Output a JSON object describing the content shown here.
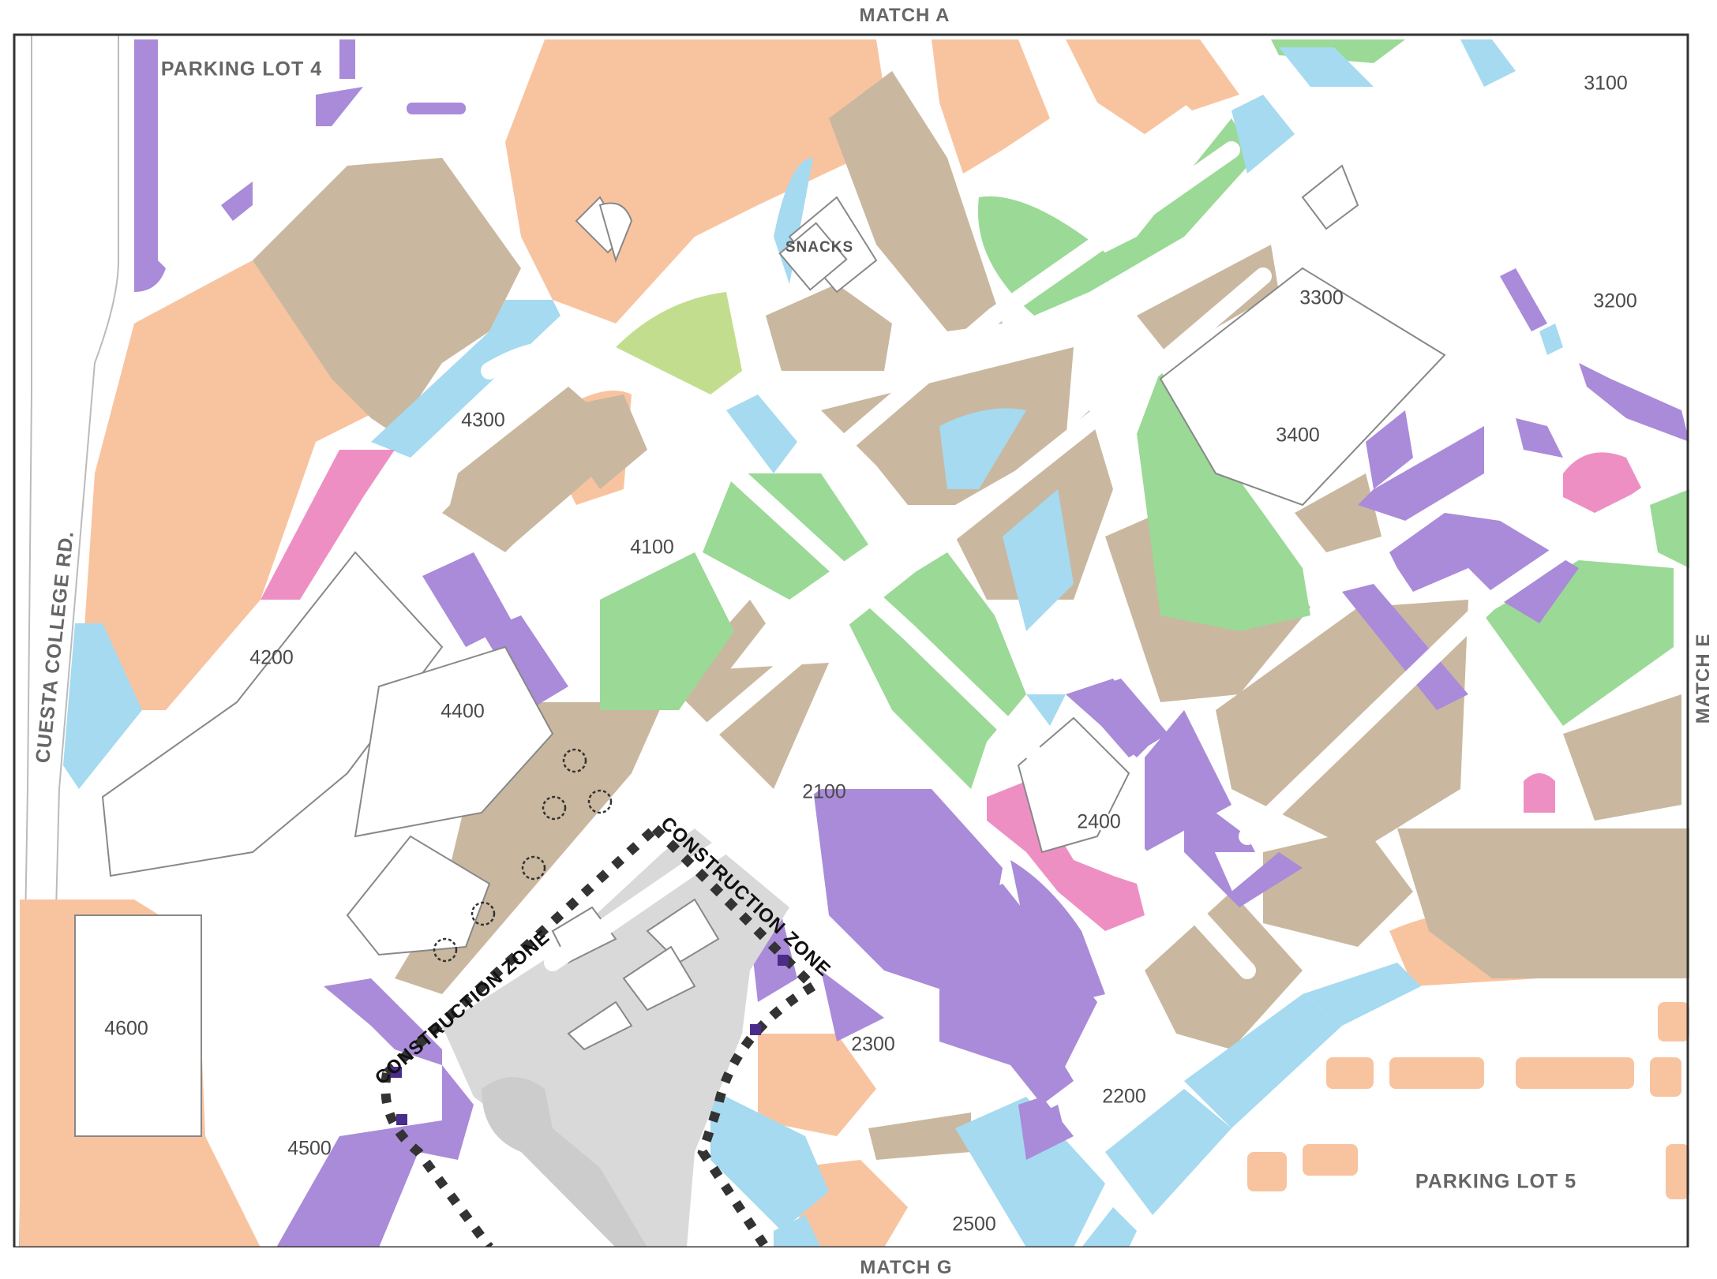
{
  "match_labels": {
    "top": "MATCH A",
    "bottom": "MATCH G",
    "right": "MATCH E"
  },
  "road": "CUESTA COLLEGE RD.",
  "lots": {
    "lot4": "PARKING LOT 4",
    "lot5": "PARKING LOT 5"
  },
  "buildings": {
    "b3100": "3100",
    "b3200": "3200",
    "b3300": "3300",
    "b3400": "3400",
    "b4300": "4300",
    "b4100": "4100",
    "b4200": "4200",
    "b4400": "4400",
    "b2100": "2100",
    "b2400": "2400",
    "b2300": "2300",
    "b2200": "2200",
    "b4600": "4600",
    "b4500": "4500",
    "b2500": "2500"
  },
  "snacks": "SNACKS",
  "construction": {
    "zone_a": "CONSTRUCTION ZONE",
    "zone_b": "CONSTRUCTION ZONE"
  },
  "colors": {
    "tan": "#c9b89f",
    "peach": "#f8c4a0",
    "green": "#9bd996",
    "lime": "#c3dd8f",
    "blue": "#a5daf0",
    "purple": "#a98bd9",
    "pink": "#ee8fc4",
    "gray": "#d9d9d9",
    "white": "#ffffff",
    "border": "#333333"
  },
  "icons": [
    "tree-icon"
  ]
}
